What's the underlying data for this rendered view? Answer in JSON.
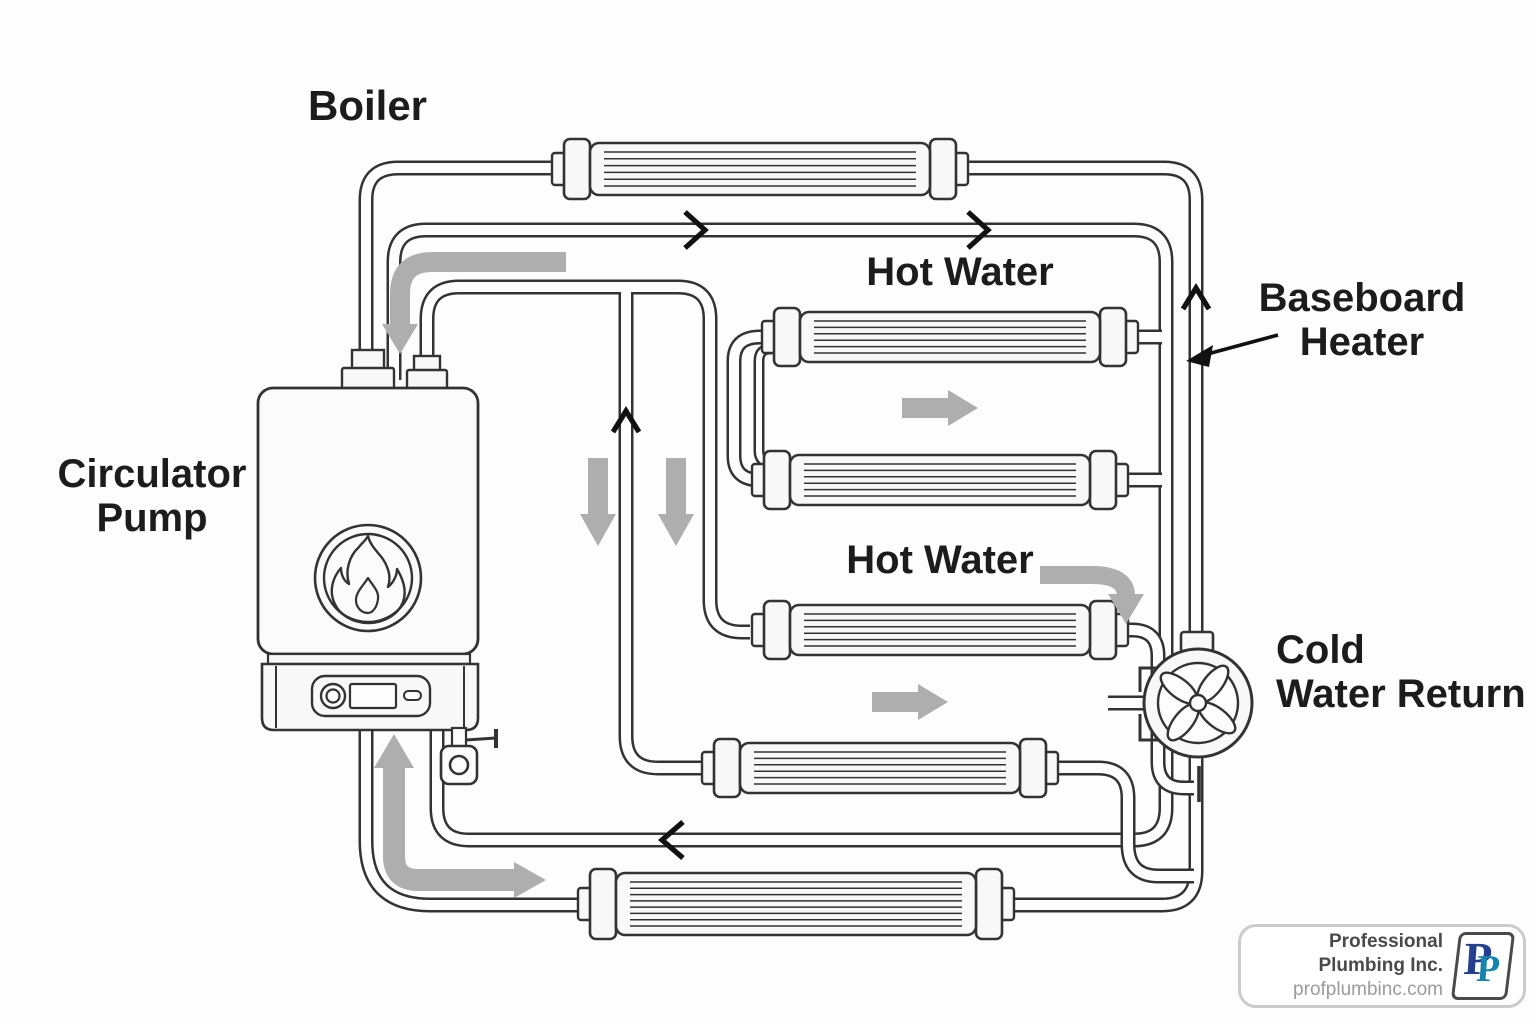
{
  "diagram": {
    "labels": {
      "boiler": "Boiler",
      "circulator_pump": [
        "Circulator",
        "Pump"
      ],
      "hot_water_supply": "Hot Water",
      "baseboard_heater": [
        "Baseboard",
        "Heater"
      ],
      "hot_water_loop": "Hot Water",
      "cold_water_return": [
        "Cold",
        "Water Return"
      ]
    },
    "icons": {
      "flame": "flame-icon",
      "fan": "fan-icon",
      "valve": "valve-icon"
    },
    "colors": {
      "line": "#333333",
      "background": "#fdfdfd",
      "component_fill": "#f8f8f8",
      "flow_arrow_gray": "#aeaeae",
      "flow_arrow_black": "#111111"
    }
  },
  "branding": {
    "company": "Professional Plumbing Inc.",
    "website": "profplumbinc.com",
    "logo_letters": [
      "P",
      "P"
    ],
    "logo_colors": {
      "primary": "#24408e",
      "secondary": "#1585ad"
    }
  }
}
